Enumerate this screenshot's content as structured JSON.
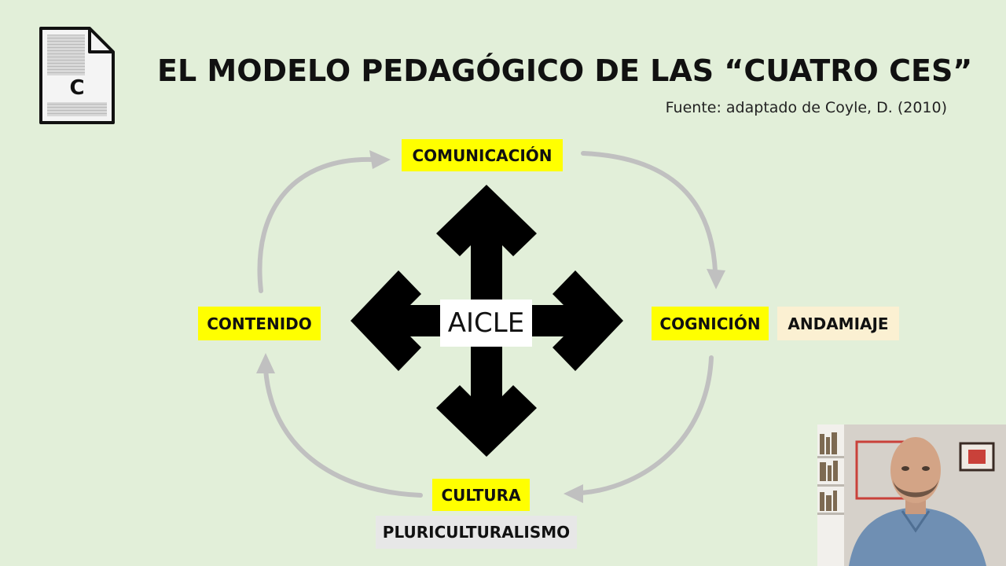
{
  "slide": {
    "title": "EL MODELO PEDAGÓGICO DE LAS “CUATRO CES”",
    "source": "Fuente: adaptado de Coyle, D. (2010)",
    "file_icon": {
      "name": "file-icon",
      "letter": "C"
    }
  },
  "diagram": {
    "center": "AICLE",
    "top": "COMUNICACIÓN",
    "right": "COGNICIÓN",
    "right_extra": "ANDAMIAJE",
    "bottom": "CULTURA",
    "bottom_extra": "PLURICULTURALISMO",
    "left": "CONTENIDO",
    "colors": {
      "highlight": "#ffff00",
      "extra_right": "#fbf0d2",
      "extra_bottom": "#e7e7e7",
      "cycle_arrows": "#c0c0c0",
      "center_arrows": "#000000"
    }
  },
  "webcam": {
    "name": "presenter-video"
  }
}
